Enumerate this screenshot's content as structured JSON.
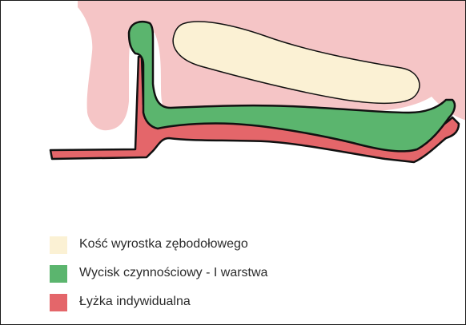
{
  "colors": {
    "soft_tissue": "#f5c5c6",
    "bone": "#fbf1d4",
    "impression": "#5bb56e",
    "tray": "#e4666a",
    "outline": "#111111"
  },
  "legend": [
    {
      "label": "Kość wyrostka zębodołowego",
      "color": "#fbf1d4"
    },
    {
      "label": "Wycisk czynnościowy - I warstwa",
      "color": "#5bb56e"
    },
    {
      "label": "Łyżka indywidualna",
      "color": "#e4666a"
    }
  ]
}
